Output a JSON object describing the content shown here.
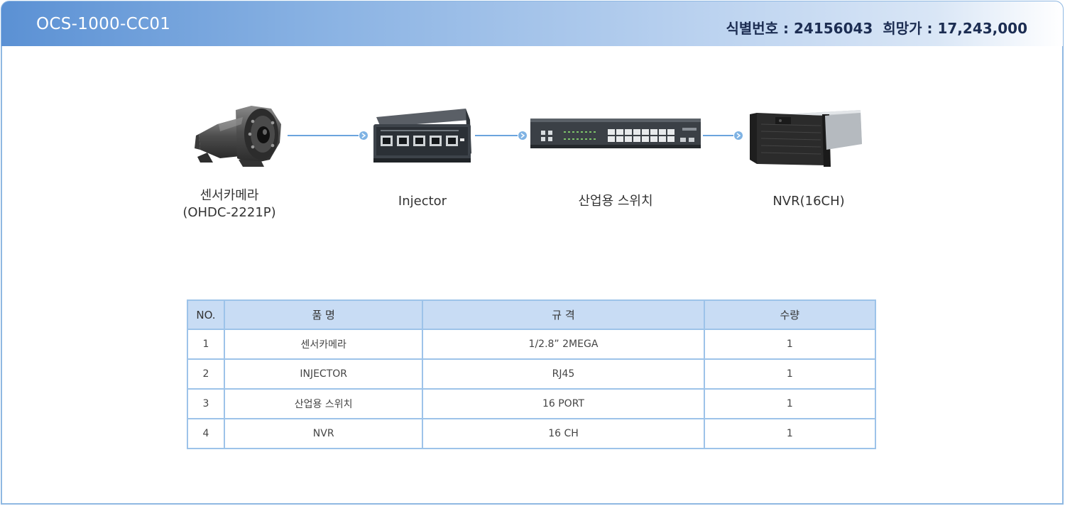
{
  "header": {
    "model": "OCS-1000-CC01",
    "id_label": "식별번호 : 24156043",
    "price_label": "희망가 : 17,243,000"
  },
  "devices": [
    {
      "label_line1": "센서카메라",
      "label_line2": "(OHDC-2221P)"
    },
    {
      "label_line1": "Injector"
    },
    {
      "label_line1": "산업용 스위치"
    },
    {
      "label_line1": "NVR(16CH)"
    }
  ],
  "table": {
    "headers": [
      "NO.",
      "품 명",
      "규 격",
      "수량"
    ],
    "rows": [
      [
        "1",
        "센서카메라",
        "1/2.8” 2MEGA",
        "1"
      ],
      [
        "2",
        "INJECTOR",
        "RJ45",
        "1"
      ],
      [
        "3",
        "산업용 스위치",
        "16 PORT",
        "1"
      ],
      [
        "4",
        "NVR",
        "16 CH",
        "1"
      ]
    ]
  },
  "colors": {
    "accent": "#5b91d4",
    "connector": "#3a86d2",
    "table_border": "#9dc3e9",
    "table_header_bg": "#c8dcf4"
  },
  "icons": [
    "bullet-camera-icon",
    "poe-injector-icon",
    "network-switch-icon",
    "nvr-rack-icon",
    "arrow-right-icon"
  ]
}
